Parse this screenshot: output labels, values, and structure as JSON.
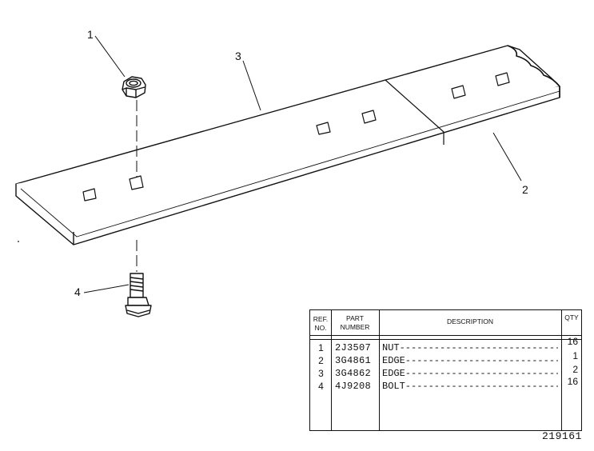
{
  "callouts": {
    "c1": "1",
    "c2": "2",
    "c3": "3",
    "c4": "4"
  },
  "table": {
    "headers": {
      "ref_line1": "REF.",
      "ref_line2": "NO.",
      "part_line1": "PART",
      "part_line2": "NUMBER",
      "description": "DESCRIPTION",
      "qty": "QTY"
    },
    "rows": [
      {
        "ref": "1",
        "part": "2J3507",
        "desc": "NUT------------------------------------------",
        "qty": "16"
      },
      {
        "ref": "2",
        "part": "3G4861",
        "desc": "EDGE-----------------------------------------",
        "qty": "1"
      },
      {
        "ref": "3",
        "part": "3G4862",
        "desc": "EDGE-----------------------------------------",
        "qty": "2"
      },
      {
        "ref": "4",
        "part": "4J9208",
        "desc": "BOLT-----------------------------------------",
        "qty": "16"
      }
    ]
  },
  "drawing_number": "219161"
}
